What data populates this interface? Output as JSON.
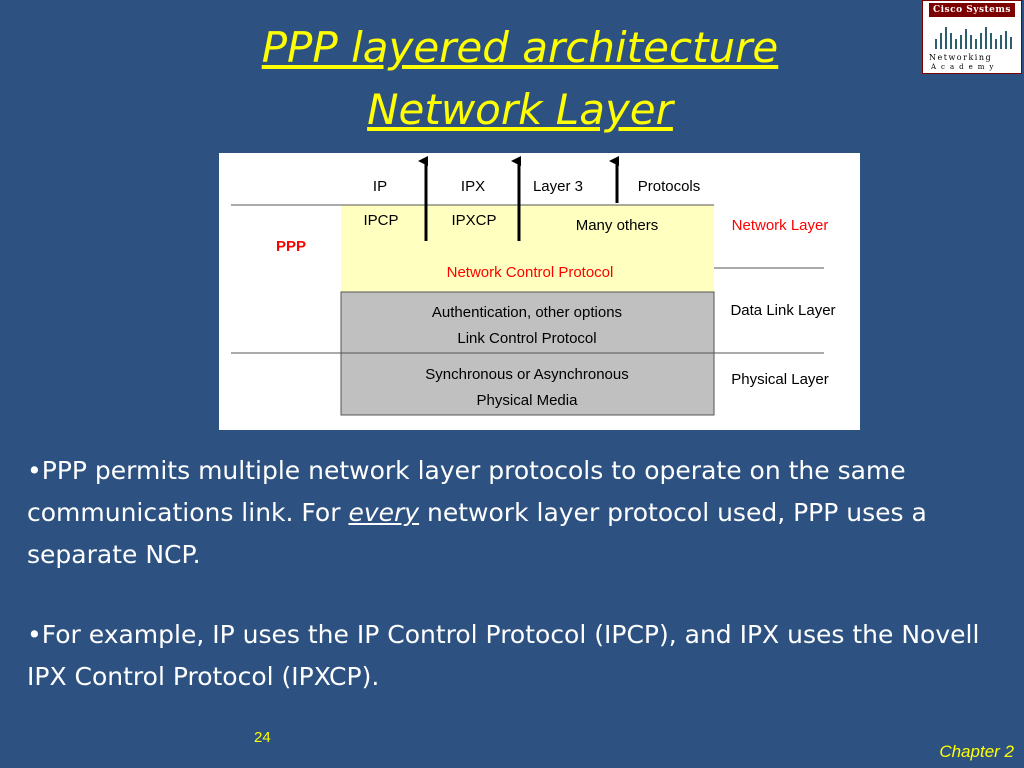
{
  "title": {
    "line1": "PPP layered architecture",
    "line2": "Network Layer"
  },
  "logo": {
    "top": "Cisco Systems",
    "line1": "Networking",
    "line2": "Academy"
  },
  "diagram": {
    "header": {
      "ip": "IP",
      "ipx": "IPX",
      "layer3": "Layer 3",
      "protocols": "Protocols"
    },
    "ppp_label": "PPP",
    "ncp": {
      "ipcp": "IPCP",
      "ipxcp": "IPXCP",
      "many_others": "Many others",
      "name": "Network Control Protocol"
    },
    "lcp": {
      "line1": "Authentication, other options",
      "line2": "Link Control Protocol"
    },
    "physical": {
      "line1": "Synchronous or Asynchronous",
      "line2": "Physical Media"
    },
    "layers": {
      "network": "Network Layer",
      "datalink": "Data Link Layer",
      "physical": "Physical Layer"
    },
    "colors": {
      "ncp_fill": "#ffffc0",
      "gray_fill": "#c0c0c0",
      "red_text": "#ff0000"
    }
  },
  "body": {
    "p1_before": "•PPP permits multiple network layer protocols to operate on the same communications link. For ",
    "p1_em": "every",
    "p1_after": " network layer protocol used, PPP uses a separate NCP.",
    "p2": "•For example, IP uses the IP Control Protocol (IPCP), and IPX uses the Novell IPX Control Protocol (IPXCP)."
  },
  "footer": {
    "slide_number": "24",
    "chapter": "Chapter 2"
  }
}
